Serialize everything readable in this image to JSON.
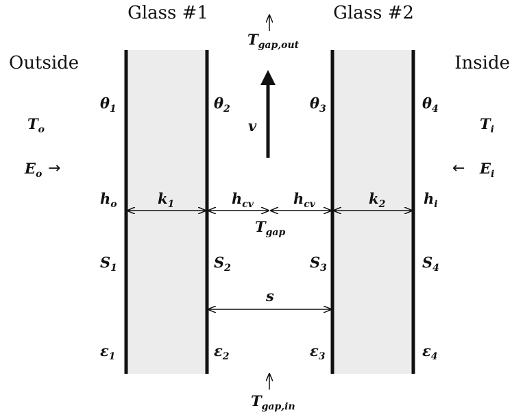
{
  "headers": {
    "glass_1": "Glass #1",
    "glass_2": "Glass #2",
    "outside": "Outside",
    "inside": "Inside"
  },
  "colors": {
    "pane_fill": "#ececec",
    "line": "#111111"
  },
  "symbols": {
    "t_gap_out": {
      "base": "T",
      "sub": "gap,out"
    },
    "t_gap": {
      "base": "T",
      "sub": "gap"
    },
    "t_gap_in": {
      "base": "T",
      "sub": "gap,in"
    },
    "v": {
      "base": "v",
      "sub": ""
    },
    "theta_1": {
      "base": "θ",
      "sub": "1"
    },
    "theta_2": {
      "base": "θ",
      "sub": "2"
    },
    "theta_3": {
      "base": "θ",
      "sub": "3"
    },
    "theta_4": {
      "base": "θ",
      "sub": "4"
    },
    "t_o": {
      "base": "T",
      "sub": "o"
    },
    "t_i": {
      "base": "T",
      "sub": "i"
    },
    "e_o": {
      "base": "E",
      "sub": "o"
    },
    "e_i": {
      "base": "E",
      "sub": "i"
    },
    "h_o": {
      "base": "h",
      "sub": "o"
    },
    "h_i": {
      "base": "h",
      "sub": "i"
    },
    "k_1": {
      "base": "k",
      "sub": "1"
    },
    "k_2": {
      "base": "k",
      "sub": "2"
    },
    "h_cv_left": {
      "base": "h",
      "sub": "cv"
    },
    "h_cv_right": {
      "base": "h",
      "sub": "cv"
    },
    "s_1": {
      "base": "S",
      "sub": "1"
    },
    "s_2": {
      "base": "S",
      "sub": "2"
    },
    "s_3": {
      "base": "S",
      "sub": "3"
    },
    "s_4": {
      "base": "S",
      "sub": "4"
    },
    "s_gap": {
      "base": "s",
      "sub": ""
    },
    "eps_1": {
      "base": "ε",
      "sub": "1"
    },
    "eps_2": {
      "base": "ε",
      "sub": "2"
    },
    "eps_3": {
      "base": "ε",
      "sub": "3"
    },
    "eps_4": {
      "base": "ε",
      "sub": "4"
    }
  },
  "arrows": {
    "right": "→",
    "left": "←"
  }
}
